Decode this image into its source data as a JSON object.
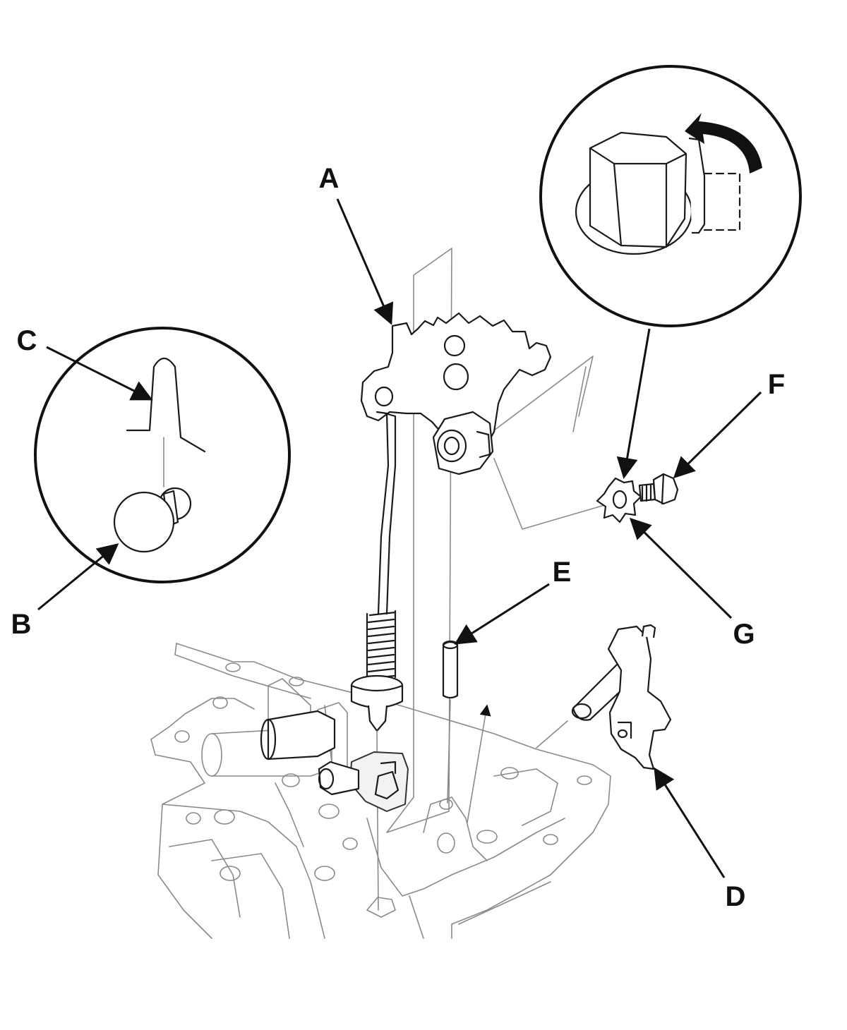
{
  "callouts": {
    "a": "A",
    "b": "B",
    "c": "C",
    "d": "D",
    "e": "E",
    "f": "F",
    "g": "G"
  },
  "colors": {
    "line": "#1a1a1a",
    "thin_line": "#8a8a8a",
    "background": "#ffffff"
  }
}
